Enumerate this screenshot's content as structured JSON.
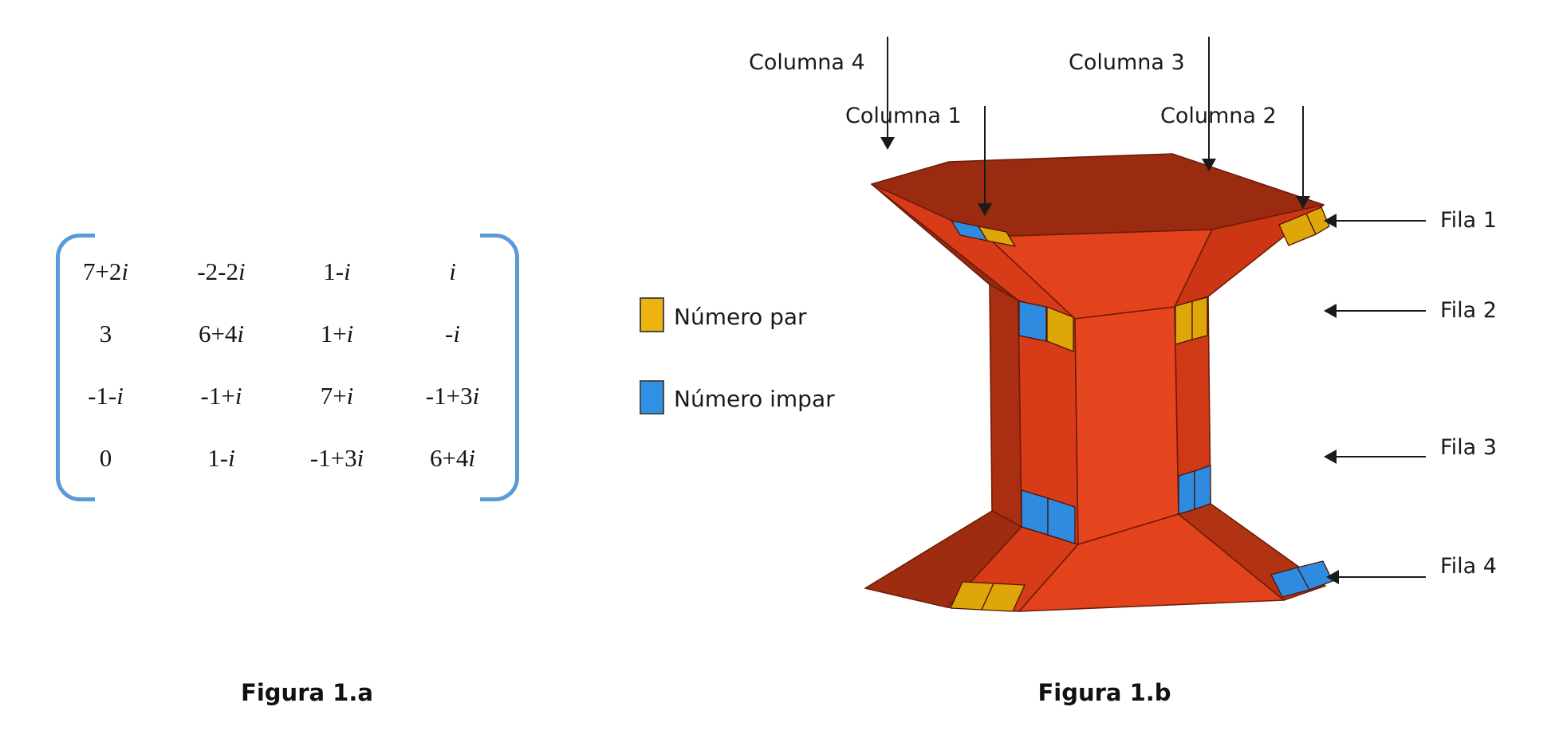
{
  "figure_a": {
    "caption": "Figura 1.a",
    "matrix": {
      "rows": [
        [
          "7+2i",
          "-2-2i",
          "1-i",
          "i"
        ],
        [
          "3",
          "6+4i",
          "1+i",
          "-i"
        ],
        [
          "-1-i",
          "-1+i",
          "7+i",
          "-1+3i"
        ],
        [
          "0",
          "1-i",
          "-1+3i",
          "6+4i"
        ]
      ],
      "bracket_color": "#5B9BD5"
    }
  },
  "figure_b": {
    "caption": "Figura 1.b",
    "column_labels": {
      "c4": "Columna 4",
      "c1": "Columna 1",
      "c3": "Columna 3",
      "c2": "Columna 2"
    },
    "row_labels": {
      "f1": "Fila 1",
      "f2": "Fila 2",
      "f3": "Fila 3",
      "f4": "Fila 4"
    },
    "legend": {
      "par": {
        "label": "Número par",
        "color": "#EFB30F"
      },
      "impar": {
        "label": "Número impar",
        "color": "#3090E6"
      }
    },
    "solid_colors": {
      "top_face": "#9B2B10",
      "front_bright": "#E2421C",
      "side_dark": "#A52E12",
      "tile_par": "#DFA60A",
      "tile_impar": "#2E8BE0",
      "outline": "#6E1C07",
      "arrow": "#1a1a1a"
    },
    "tiles_by_row": [
      {
        "fila": "Fila 1",
        "left_tiles": [
          "impar",
          "par"
        ],
        "right_tiles": [
          "par",
          "par"
        ]
      },
      {
        "fila": "Fila 2",
        "left_tiles": [
          "impar",
          "par"
        ],
        "right_tiles": [
          "par",
          "par"
        ]
      },
      {
        "fila": "Fila 3",
        "left_tiles": [
          "impar",
          "impar"
        ],
        "right_tiles": [
          "impar",
          "impar"
        ]
      },
      {
        "fila": "Fila 4",
        "left_tiles": [
          "par",
          "par"
        ],
        "right_tiles": [
          "impar",
          "impar"
        ]
      }
    ]
  }
}
